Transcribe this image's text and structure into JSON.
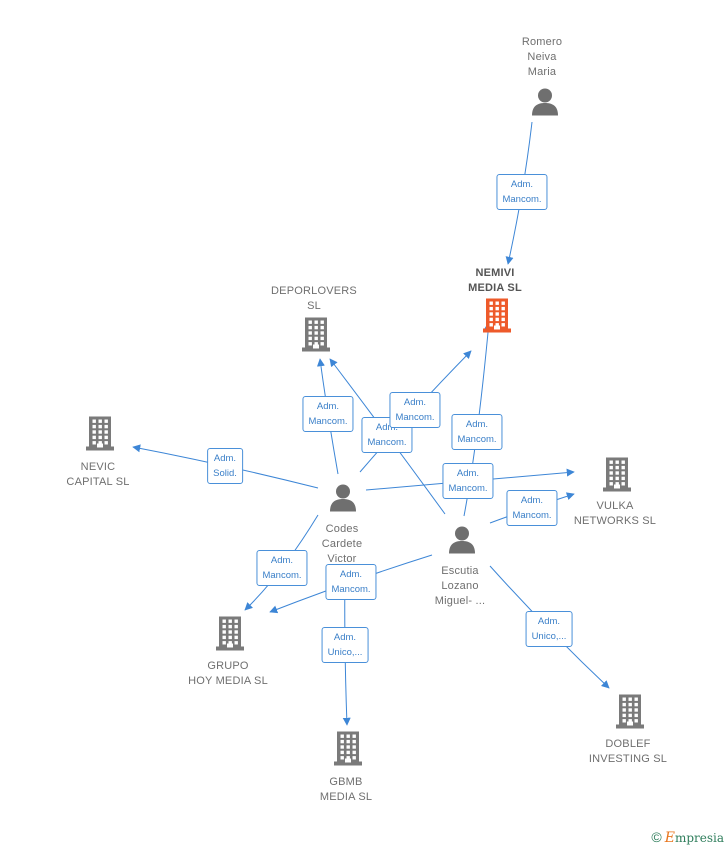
{
  "colors": {
    "edge": "#3d86d6",
    "building": "#7a7a7a",
    "focus_building": "#ee5a2a",
    "person": "#6f6f6f"
  },
  "nodes": [
    {
      "id": "romero",
      "kind": "person",
      "label": "Romero\nNeiva\nMaria"
    },
    {
      "id": "nemivi",
      "kind": "focus_building",
      "label": "NEMIVI\nMEDIA  SL"
    },
    {
      "id": "deporlovers",
      "kind": "building",
      "label": "DEPORLOVERS\nSL"
    },
    {
      "id": "nevic",
      "kind": "building",
      "label": "NEVIC\nCAPITAL  SL"
    },
    {
      "id": "vulka",
      "kind": "building",
      "label": "VULKA\nNETWORKS SL"
    },
    {
      "id": "codes",
      "kind": "person",
      "label": "Codes\nCardete\nVictor"
    },
    {
      "id": "escutia",
      "kind": "person",
      "label": "Escutia\nLozano\nMiguel- ..."
    },
    {
      "id": "grupo",
      "kind": "building",
      "label": "GRUPO\nHOY MEDIA SL"
    },
    {
      "id": "gbmb",
      "kind": "building",
      "label": "GBMB\nMEDIA  SL"
    },
    {
      "id": "doblef",
      "kind": "building",
      "label": "DOBLEF\nINVESTING  SL"
    }
  ],
  "edges": [
    {
      "from": "romero",
      "to": "nemivi",
      "label": "Adm.\nMancom."
    },
    {
      "from": "codes",
      "to": "deporlovers",
      "label": "Adm.\nMancom."
    },
    {
      "from": "escutia",
      "to": "deporlovers",
      "label": "Adm.\nMancom."
    },
    {
      "from": "codes",
      "to": "nemivi",
      "label": "Adm.\nMancom."
    },
    {
      "from": "escutia",
      "to": "nemivi",
      "label": "Adm.\nMancom."
    },
    {
      "from": "codes",
      "to": "nevic",
      "label": "Adm.\nSolid."
    },
    {
      "from": "codes",
      "to": "vulka",
      "label": "Adm.\nMancom."
    },
    {
      "from": "escutia",
      "to": "vulka",
      "label": "Adm.\nMancom."
    },
    {
      "from": "codes",
      "to": "grupo",
      "label": "Adm.\nMancom."
    },
    {
      "from": "escutia",
      "to": "grupo",
      "label": "Adm.\nMancom."
    },
    {
      "from": "codes",
      "to": "gbmb",
      "label": "Adm.\nUnico,..."
    },
    {
      "from": "escutia",
      "to": "doblef",
      "label": "Adm.\nUnico,..."
    }
  ],
  "footer": {
    "copyright_symbol": "©",
    "brand_initial": "E",
    "brand_rest": "mpresia"
  }
}
